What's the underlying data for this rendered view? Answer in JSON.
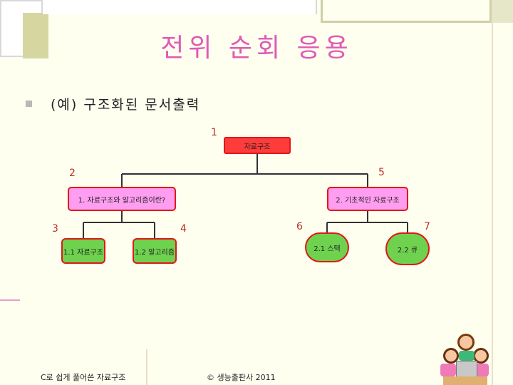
{
  "slide": {
    "title": "전위 순회 응용",
    "bullet": "(예) 구조화된 문서출력"
  },
  "tree": {
    "nodes": [
      {
        "id": "root",
        "label": "자료구조",
        "order": "1"
      },
      {
        "id": "ch1",
        "label": "1. 자료구조와 알고리즘이란?",
        "order": "2"
      },
      {
        "id": "ch1-1",
        "label": "1.1 자료구조",
        "order": "3"
      },
      {
        "id": "ch1-2",
        "label": "1.2 알고리즘",
        "order": "4"
      },
      {
        "id": "ch2",
        "label": "2. 기초적인 자료구조",
        "order": "5"
      },
      {
        "id": "ch2-1",
        "label": "2.1 스택",
        "order": "6"
      },
      {
        "id": "ch2-2",
        "label": "2.2 큐",
        "order": "7"
      }
    ]
  },
  "footer": {
    "left": "C로 쉽게 풀어쓴 자료구조",
    "center": "© 생능출판사 2011"
  },
  "colors": {
    "title": "#e05ab4",
    "root_fill": "#ff3c3c",
    "mid_fill": "#ff9ef0",
    "leaf_fill": "#6ed24e",
    "border": "#e01818",
    "order_number": "#b8302a"
  }
}
